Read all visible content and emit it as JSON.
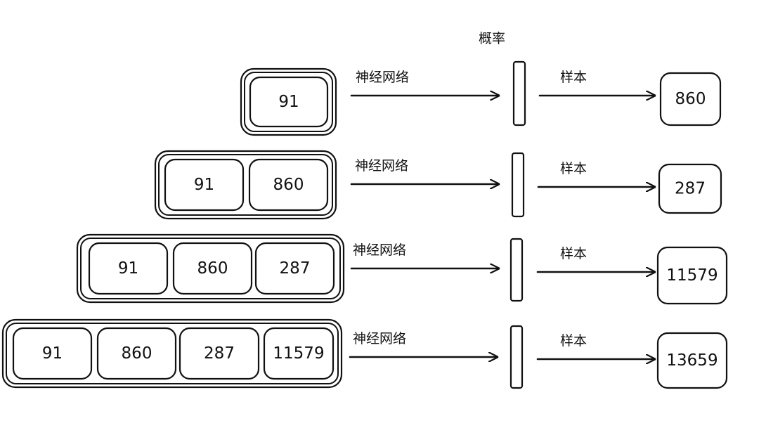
{
  "header": {
    "probability_label": "概率"
  },
  "labels": {
    "network": "神经网络",
    "sample": "样本"
  },
  "rows": [
    {
      "context": [
        "91"
      ],
      "output": "860"
    },
    {
      "context": [
        "91",
        "860"
      ],
      "output": "287"
    },
    {
      "context": [
        "91",
        "860",
        "287"
      ],
      "output": "11579"
    },
    {
      "context": [
        "91",
        "860",
        "287",
        "11579"
      ],
      "output": "13659"
    }
  ]
}
